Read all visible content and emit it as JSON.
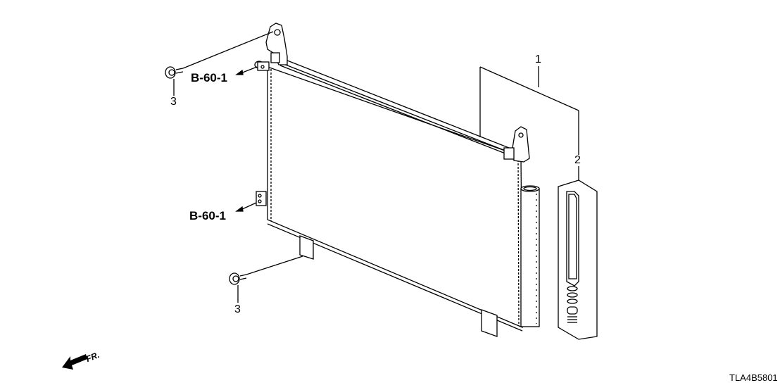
{
  "callouts": {
    "condenser": "1",
    "dryer_kit": "2",
    "bolt_upper": "3",
    "bolt_lower": "3"
  },
  "references": {
    "upper": "B-60-1",
    "lower": "B-60-1"
  },
  "direction": {
    "label": "FR."
  },
  "diagram_code": "TLA4B5801"
}
